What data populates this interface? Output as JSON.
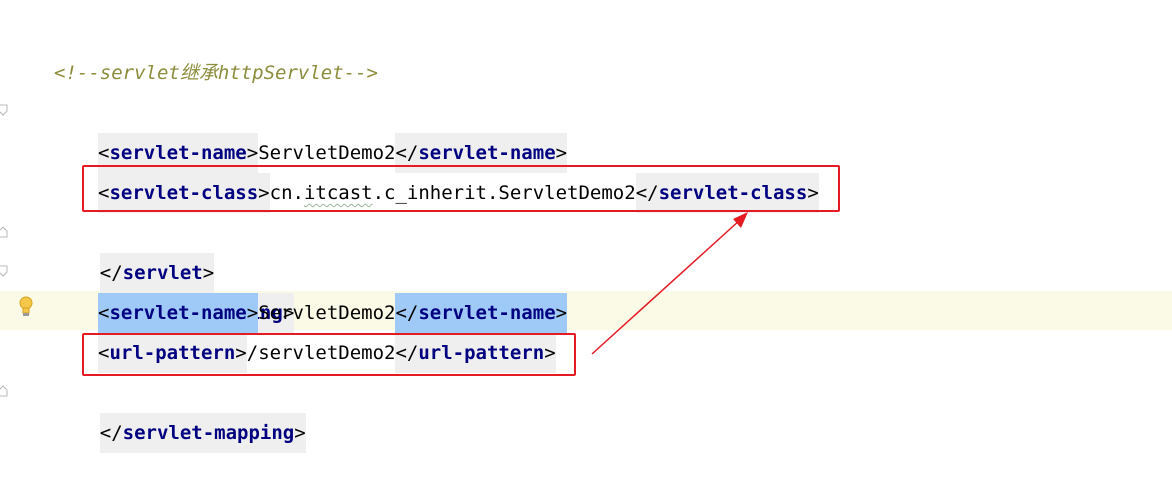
{
  "comment": "<!--servlet继承httpServlet-->",
  "lines": {
    "servlet_open": {
      "lt": "<",
      "name": "servlet",
      "gt": ">"
    },
    "servlet_name": {
      "open": {
        "lt": "<",
        "name": "servlet-name",
        "gt": ">"
      },
      "text": "ServletDemo2",
      "close": {
        "lt": "</",
        "name": "servlet-name",
        "gt": ">"
      }
    },
    "servlet_class": {
      "open": {
        "lt": "<",
        "name": "servlet-class",
        "gt": ">"
      },
      "text_a": "cn.",
      "text_b": "itcast",
      "text_c": ".c_inherit.ServletDemo2",
      "close": {
        "lt": "</",
        "name": "servlet-class",
        "gt": ">"
      }
    },
    "servlet_close": {
      "lt": "</",
      "name": "servlet",
      "gt": ">"
    },
    "mapping_open": {
      "lt": "<",
      "name": "servlet-mapping",
      "gt": ">"
    },
    "mapping_servlet_name": {
      "open": {
        "lt": "<",
        "name": "servlet-name",
        "gt": ">"
      },
      "text": "ServletDemo2",
      "close": {
        "lt": "</",
        "name": "servlet-name",
        "gt": ">"
      }
    },
    "url_pattern": {
      "open": {
        "lt": "<",
        "name": "url-pattern",
        "gt": ">"
      },
      "text": "/servletDemo2",
      "close": {
        "lt": "</",
        "name": "url-pattern",
        "gt": ">"
      }
    },
    "mapping_close": {
      "lt": "</",
      "name": "servlet-mapping",
      "gt": ">"
    }
  },
  "colors": {
    "tag_name": "#000080",
    "tag_bg": "#efefef",
    "tag_highlight_bg": "#9fc9f7",
    "comment": "#8c8c3c",
    "current_line": "#fbfae6",
    "annotation": "#e41b23"
  },
  "icons": {
    "fold": "fold-marker-icon",
    "bulb": "lightbulb-icon"
  }
}
